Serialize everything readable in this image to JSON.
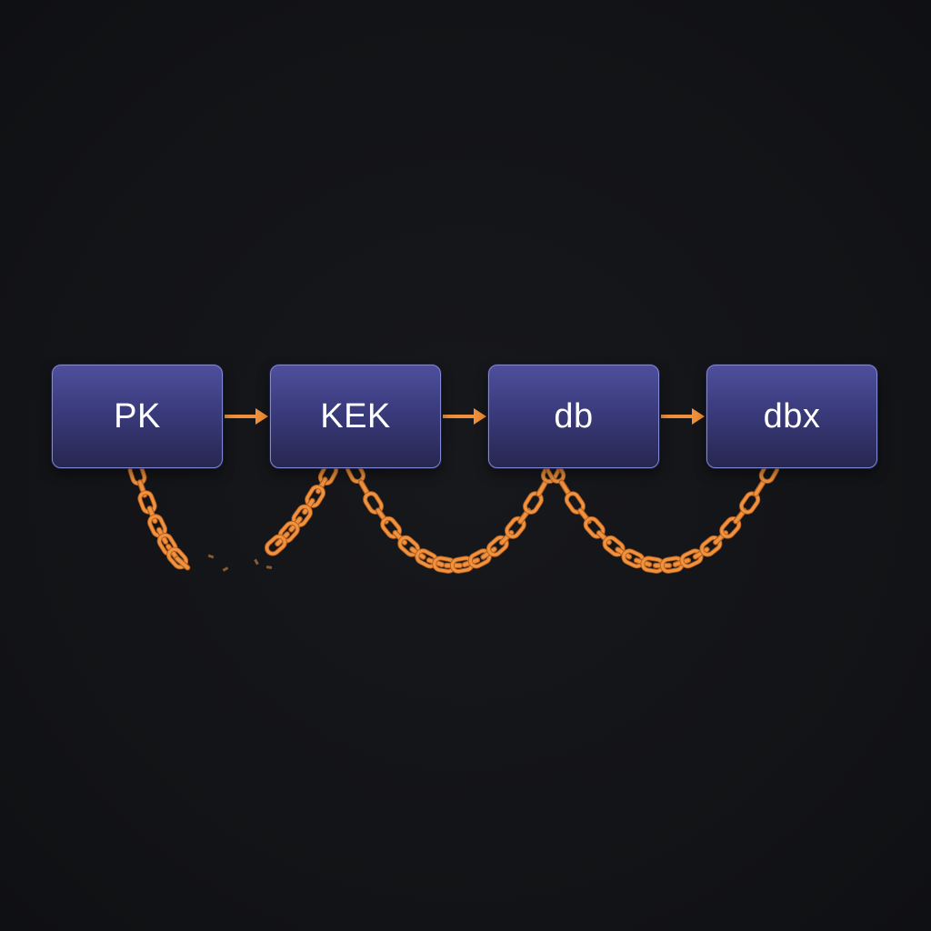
{
  "diagram": {
    "nodes": [
      {
        "id": "pk",
        "label": "PK"
      },
      {
        "id": "kek",
        "label": "KEK"
      },
      {
        "id": "db",
        "label": "db"
      },
      {
        "id": "dbx",
        "label": "dbx"
      }
    ],
    "edges": [
      {
        "from": "pk",
        "to": "kek"
      },
      {
        "from": "kek",
        "to": "db"
      },
      {
        "from": "db",
        "to": "dbx"
      }
    ],
    "chains": [
      {
        "from": "pk",
        "to": "kek",
        "state": "broken"
      },
      {
        "from": "kek",
        "to": "db",
        "state": "intact"
      },
      {
        "from": "db",
        "to": "dbx",
        "state": "intact"
      }
    ],
    "colors": {
      "background": "#131417",
      "node_fill": "#3a3b7c",
      "node_border": "#8088d8",
      "node_text": "#ffffff",
      "arrow": "#f0903a",
      "chain": "#f0923e",
      "chain_dark": "#b35e1f"
    },
    "icons": [
      "arrow-right-icon",
      "chain-link-icon",
      "broken-chain-icon"
    ]
  }
}
